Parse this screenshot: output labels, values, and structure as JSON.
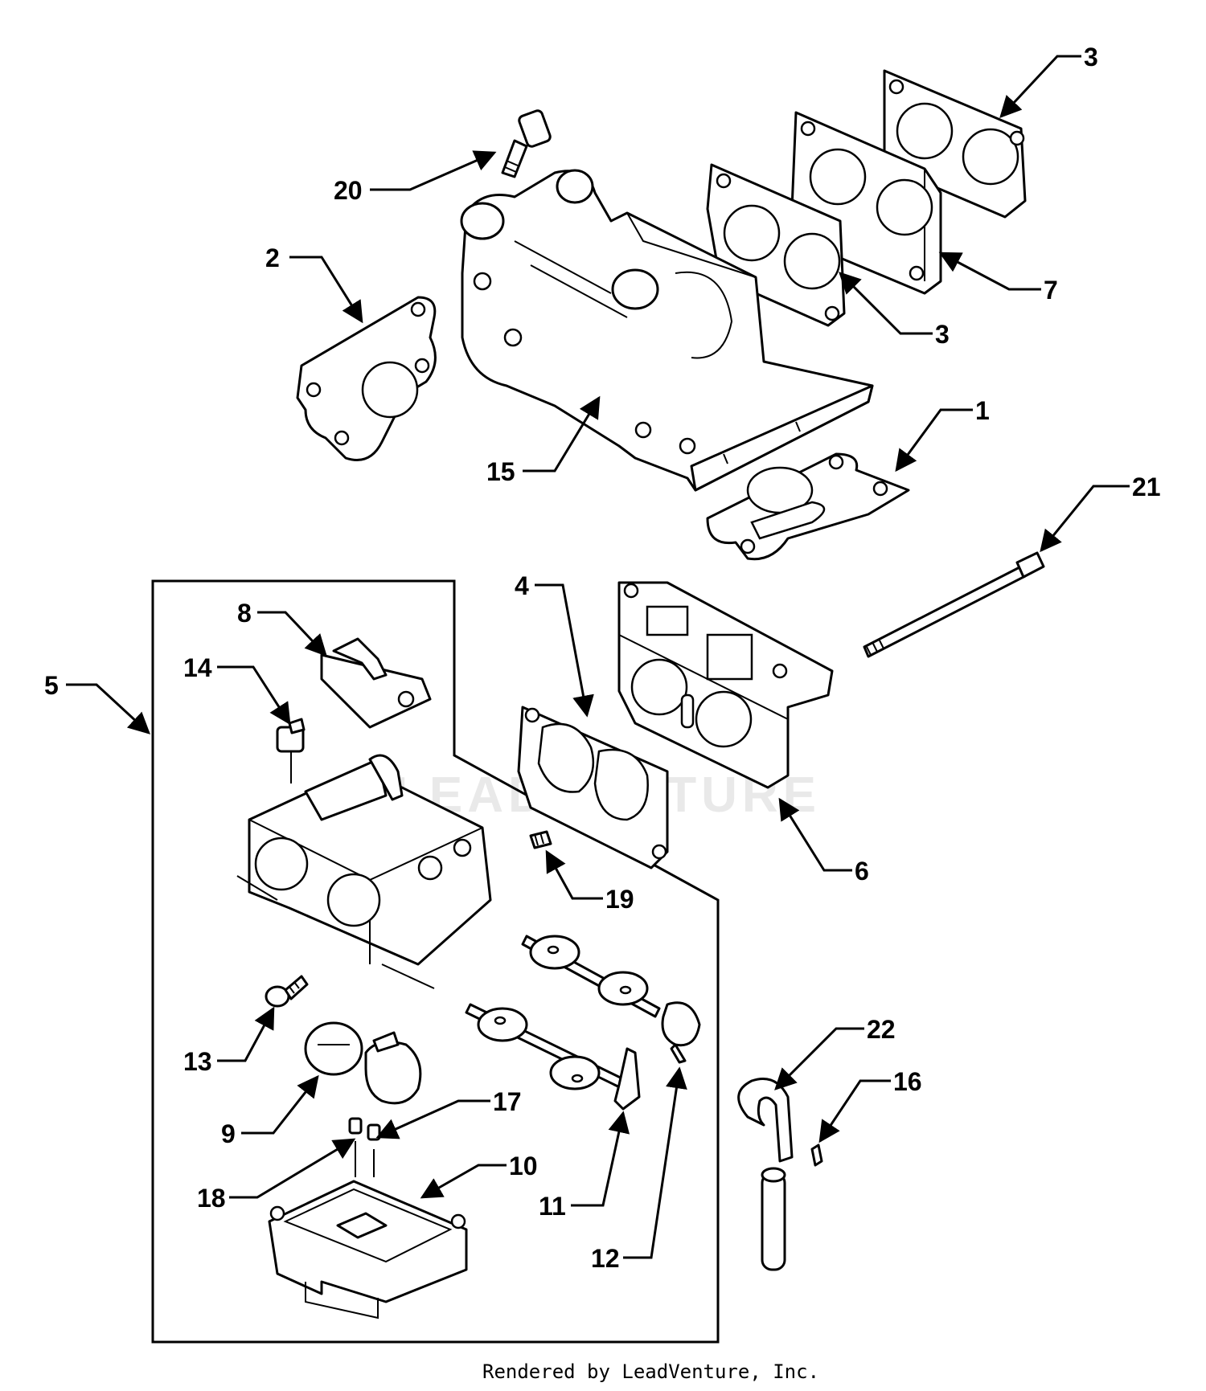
{
  "watermark": "LEADVENTURE",
  "footer": "Rendered by LeadVenture, Inc.",
  "callouts": [
    {
      "id": "c1",
      "label": "1"
    },
    {
      "id": "c2",
      "label": "2"
    },
    {
      "id": "c3a",
      "label": "3"
    },
    {
      "id": "c3b",
      "label": "3"
    },
    {
      "id": "c4",
      "label": "4"
    },
    {
      "id": "c5",
      "label": "5"
    },
    {
      "id": "c6",
      "label": "6"
    },
    {
      "id": "c7",
      "label": "7"
    },
    {
      "id": "c8",
      "label": "8"
    },
    {
      "id": "c9",
      "label": "9"
    },
    {
      "id": "c10",
      "label": "10"
    },
    {
      "id": "c11",
      "label": "11"
    },
    {
      "id": "c12",
      "label": "12"
    },
    {
      "id": "c13",
      "label": "13"
    },
    {
      "id": "c14",
      "label": "14"
    },
    {
      "id": "c15",
      "label": "15"
    },
    {
      "id": "c16",
      "label": "16"
    },
    {
      "id": "c17",
      "label": "17"
    },
    {
      "id": "c18",
      "label": "18"
    },
    {
      "id": "c19",
      "label": "19"
    },
    {
      "id": "c20",
      "label": "20"
    },
    {
      "id": "c21",
      "label": "21"
    },
    {
      "id": "c22",
      "label": "22"
    }
  ]
}
